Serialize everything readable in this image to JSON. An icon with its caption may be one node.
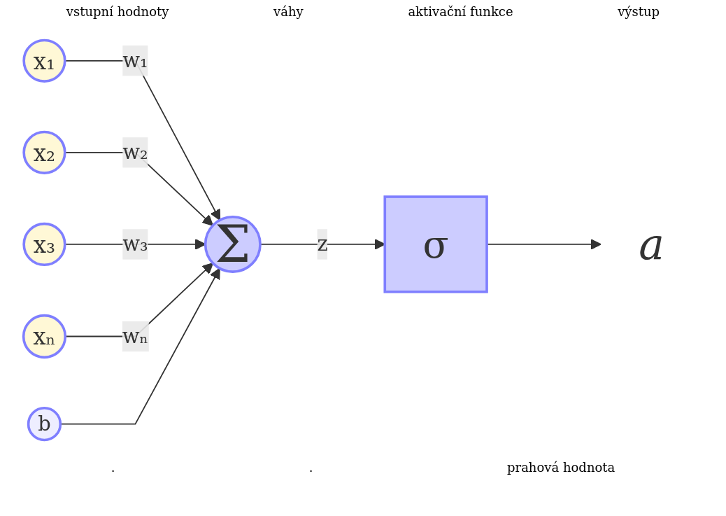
{
  "diagram": {
    "nodes": [
      {
        "text": [
          "x₁"
        ]
      },
      {
        "text": [
          "x₂"
        ]
      },
      {
        "text": [
          "x₃"
        ]
      },
      {
        "text": [
          "xₙ"
        ]
      },
      {
        "text": [
          "Σ"
        ]
      },
      {
        "text": [
          "b"
        ]
      },
      {
        "text": [
          "σ"
        ]
      },
      {
        "text": [
          "a"
        ]
      }
    ],
    "edges": [
      {
        "from": 0,
        "to": 4,
        "arrow": "to",
        "label": "w₁"
      },
      {
        "from": 1,
        "to": 4,
        "arrow": "to",
        "label": "w₂"
      },
      {
        "from": 2,
        "to": 4,
        "arrow": "to",
        "label": "w₃"
      },
      {
        "from": 3,
        "to": 4,
        "arrow": "to",
        "label": "wₙ"
      },
      {
        "from": 5,
        "to": 4,
        "arrow": "to"
      },
      {
        "from": 4,
        "to": 6,
        "arrow": "to",
        "label": "z"
      },
      {
        "from": 6,
        "to": 7,
        "arrow": "to"
      }
    ],
    "labels": [
      "vstupní hodnoty",
      "váhy",
      "aktivační funkce",
      "výstup",
      ".",
      ".",
      "prahová hodnota"
    ]
  }
}
